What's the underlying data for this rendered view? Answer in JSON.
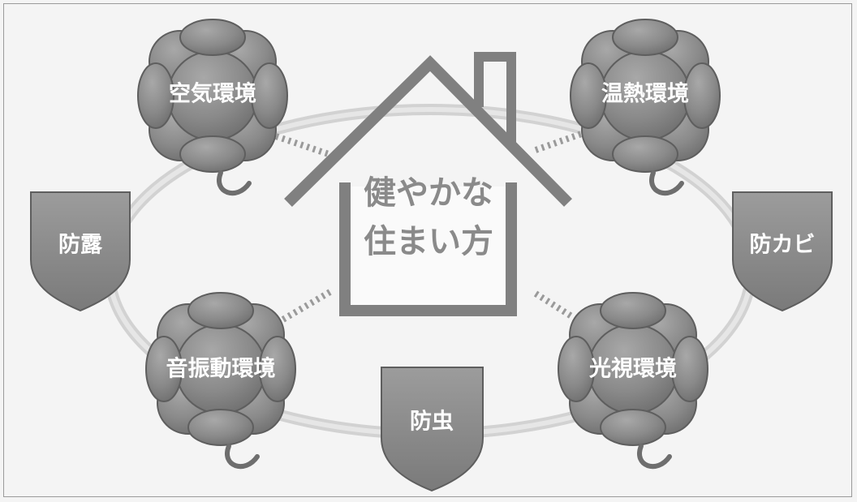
{
  "center": {
    "line1": "健やかな",
    "line2": "住まい方"
  },
  "clovers": {
    "air": "空気環境",
    "thermal": "温熱環境",
    "sound": "音振動環境",
    "light": "光視環境"
  },
  "shields": {
    "condensation": "防露",
    "mold": "防カビ",
    "insects": "防虫"
  },
  "colors": {
    "ring": "#d4d4d4",
    "shape_fill": "#8c8c8c",
    "shape_edge": "#5e5e5e",
    "house": "#7f7f7f",
    "label_text": "#ffffff",
    "center_text": "#8a8a8a"
  }
}
